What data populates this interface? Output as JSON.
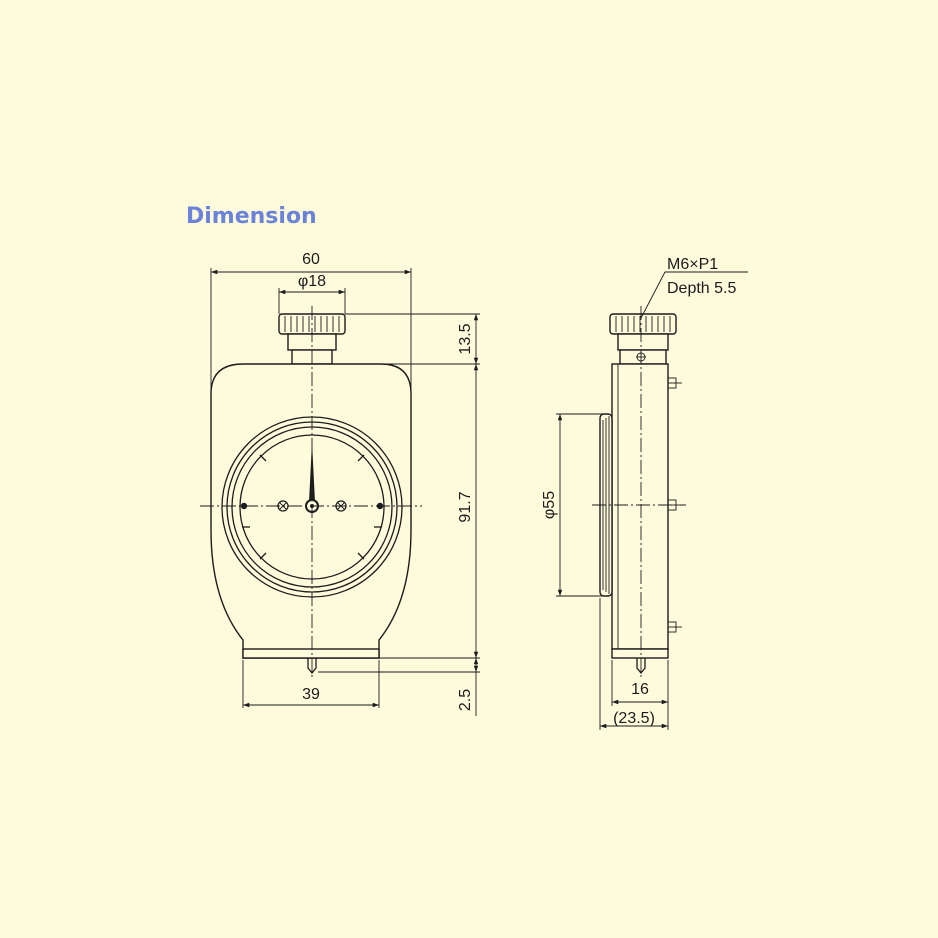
{
  "title": "Dimension",
  "front_view": {
    "width": "60",
    "dial_stem_diameter": "φ18",
    "knob_height": "13.5",
    "body_height": "91.7",
    "bottom_width": "39",
    "indenter_height": "2.5"
  },
  "side_view": {
    "thread_spec": "M6×P1",
    "thread_depth": "Depth 5.5",
    "dial_diameter": "φ55",
    "body_depth": "16",
    "overall_depth": "(23.5)"
  },
  "colors": {
    "background": "#fdfbdc",
    "title": "#6a83d9",
    "line": "#1c1c1c"
  }
}
